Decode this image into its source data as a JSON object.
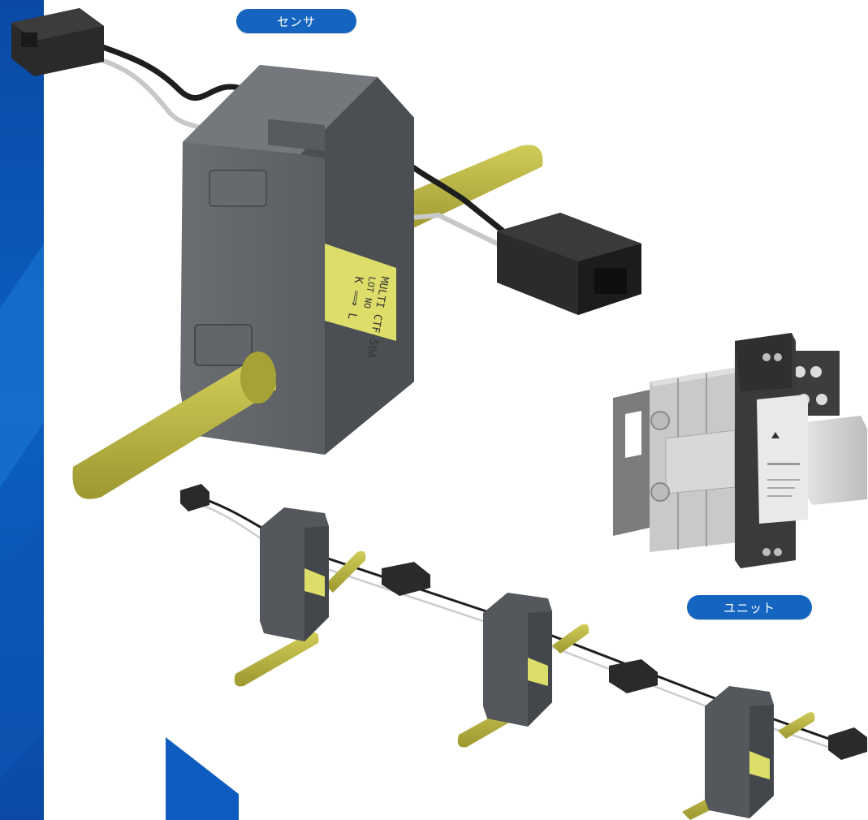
{
  "labels": {
    "sensor": "センサ",
    "unit": "ユニット"
  },
  "sensor_label_text": {
    "line1": "MULTI CTF-50A",
    "line2": "LOT NO",
    "direction": "K ⟹ L"
  },
  "colors": {
    "accent_blue": "#1565c0",
    "side_band_top": "#0a4ea8",
    "side_band_bottom": "#0b63c4",
    "sensor_body": "#5c5f63",
    "busbar": "#b9b43a",
    "label_yellow": "#dfe06a"
  },
  "icons": [
    "connector-icon",
    "current-sensor-icon",
    "din-rail-unit-icon"
  ]
}
